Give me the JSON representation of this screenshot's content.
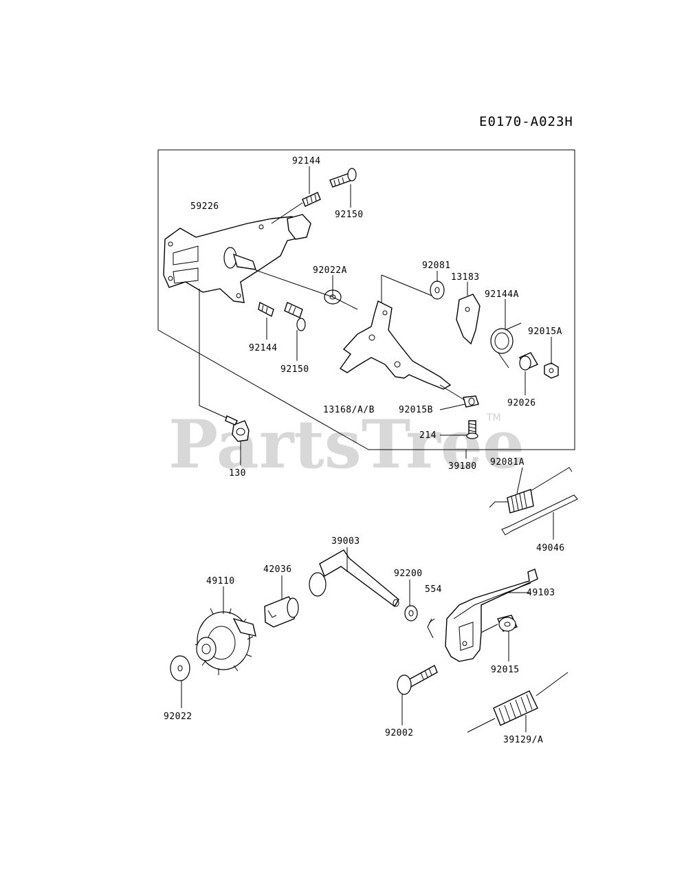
{
  "diagram_code": "E0170-A023H",
  "watermark": {
    "text": "PartsTree",
    "trademark": "TM"
  },
  "labels": {
    "p59226": "59226",
    "p92144_top": "92144",
    "p92150_top": "92150",
    "p92022A": "92022A",
    "p92081": "92081",
    "p13183": "13183",
    "p92144A": "92144A",
    "p92015A": "92015A",
    "p92144_mid": "92144",
    "p92150_mid": "92150",
    "p92026": "92026",
    "p13168": "13168/A/B",
    "p92015B": "92015B",
    "p214": "214",
    "p130": "130",
    "p39180": "39180",
    "p92081A": "92081A",
    "p49046": "49046",
    "p39003": "39003",
    "p42036": "42036",
    "p49110": "49110",
    "p92200": "92200",
    "p554": "554",
    "p49103": "49103",
    "p92015": "92015",
    "p92022": "92022",
    "p92002": "92002",
    "p39129": "39129/A"
  }
}
